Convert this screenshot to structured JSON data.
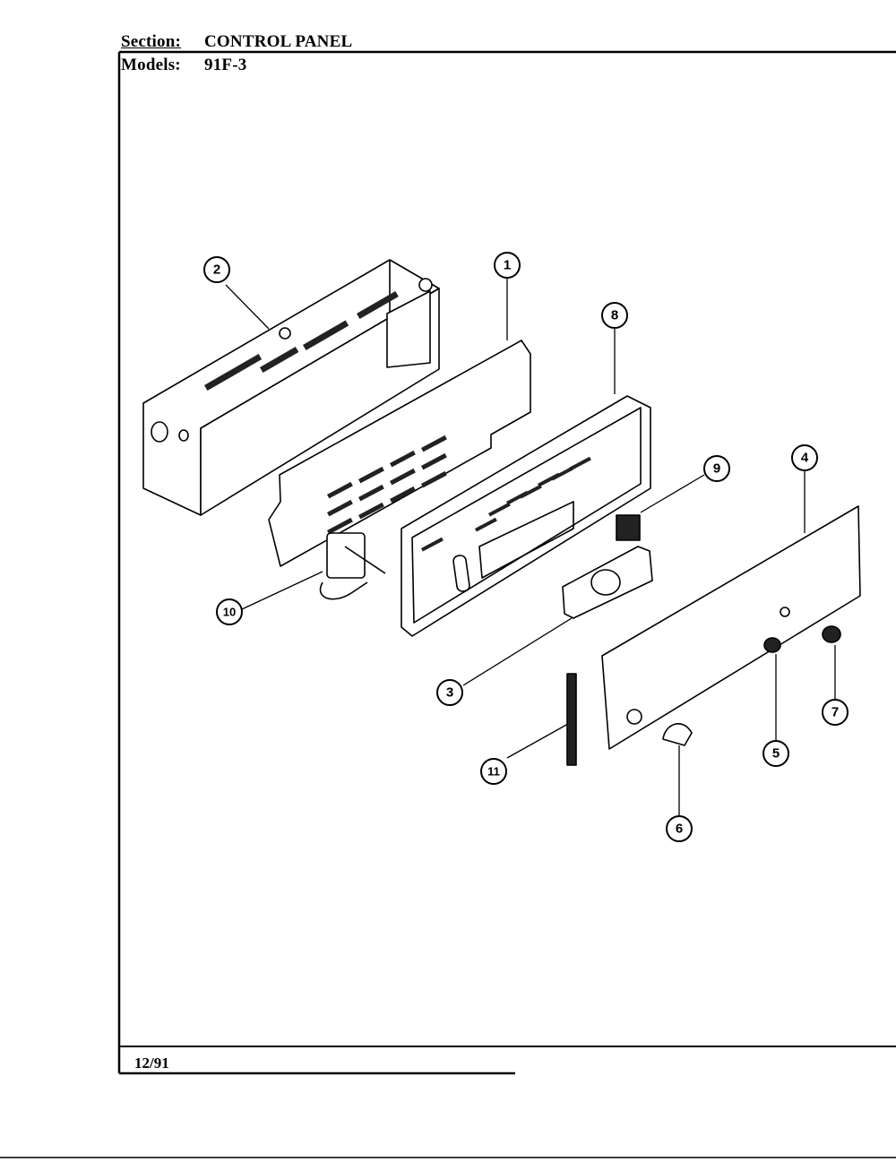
{
  "header": {
    "section_label": "Section:",
    "section_value": "CONTROL PANEL",
    "models_label": "Models:",
    "models_value": "91F-3"
  },
  "footer": {
    "date": "12/91"
  },
  "callouts": [
    "1",
    "2",
    "3",
    "4",
    "5",
    "6",
    "7",
    "8",
    "9",
    "10",
    "11"
  ]
}
